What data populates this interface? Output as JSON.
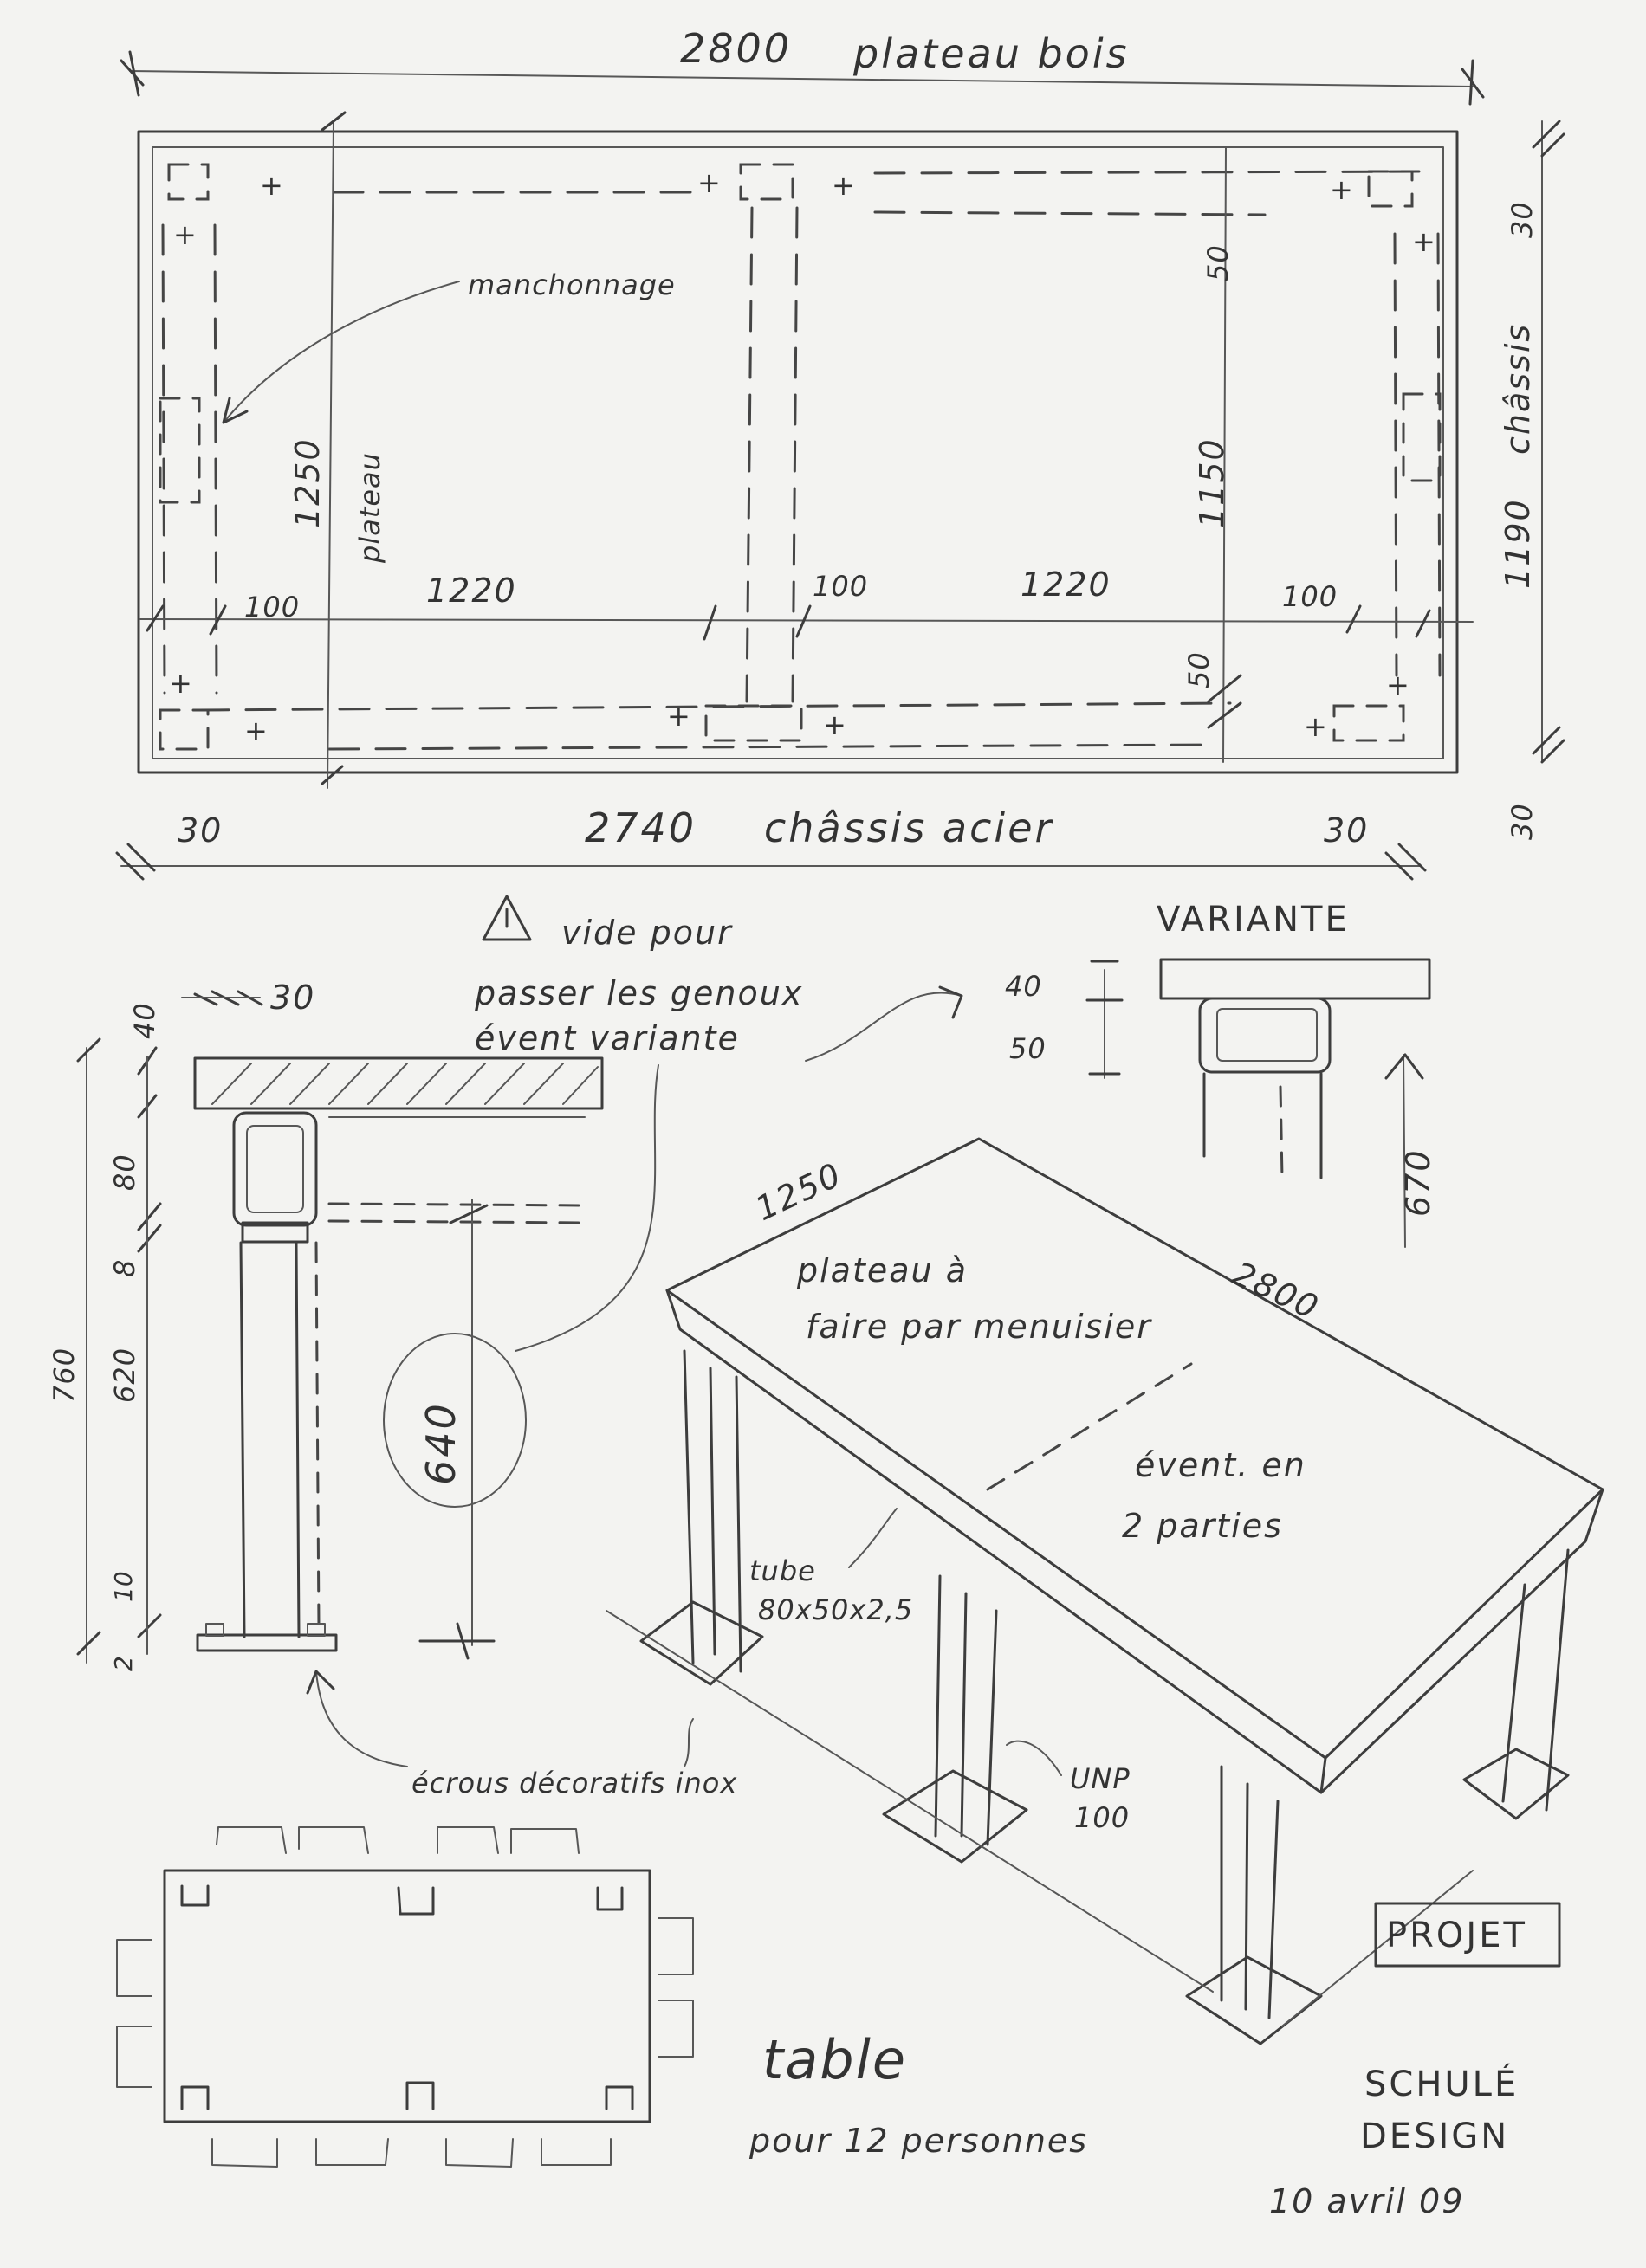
{
  "plan": {
    "top_length": "2800",
    "top_length_label": "plateau bois",
    "frame_length": "2740",
    "frame_length_label": "châssis acier",
    "overhang_left": "30",
    "overhang_right": "30",
    "overhang_top": "30",
    "overhang_bottom": "30",
    "top_width": "1250",
    "top_width_label": "plateau",
    "frame_width": "1190",
    "frame_width_label": "châssis",
    "inner_width": "1150",
    "rail_top": "50",
    "rail_bottom": "50",
    "leg_left": "100",
    "leg_mid": "100",
    "leg_right": "100",
    "span_left": "1220",
    "span_right": "1220",
    "sleeve_label": "manchonnage"
  },
  "section": {
    "top_thickness": "40",
    "overhang": "30",
    "tube_height": "80",
    "plate": "8",
    "leg_height": "620",
    "total_height": "760",
    "foot": "10",
    "foot_plate": "2",
    "clearance": "640",
    "warning_line1": "vide pour",
    "warning_line2": "passer les genoux",
    "warning_line3": "évent variante",
    "nuts_label": "écrous décoratifs inox"
  },
  "variant": {
    "title": "VARIANTE",
    "dim_top": "40",
    "dim_tube": "50",
    "clearance": "670"
  },
  "perspective": {
    "width": "1250",
    "length": "2800",
    "note_line1": "plateau à",
    "note_line2": "faire par menuisier",
    "split_line1": "évent. en",
    "split_line2": "2 parties",
    "tube_line1": "tube",
    "tube_line2": "80x50x2,5",
    "unp_line1": "UNP",
    "unp_line2": "100"
  },
  "caption": {
    "line1": "table",
    "line2": "pour 12 personnes"
  },
  "stamp": {
    "label": "PROJET",
    "author_line1": "SCHULÉ",
    "author_line2": "DESIGN",
    "date": "10 avril 09"
  }
}
